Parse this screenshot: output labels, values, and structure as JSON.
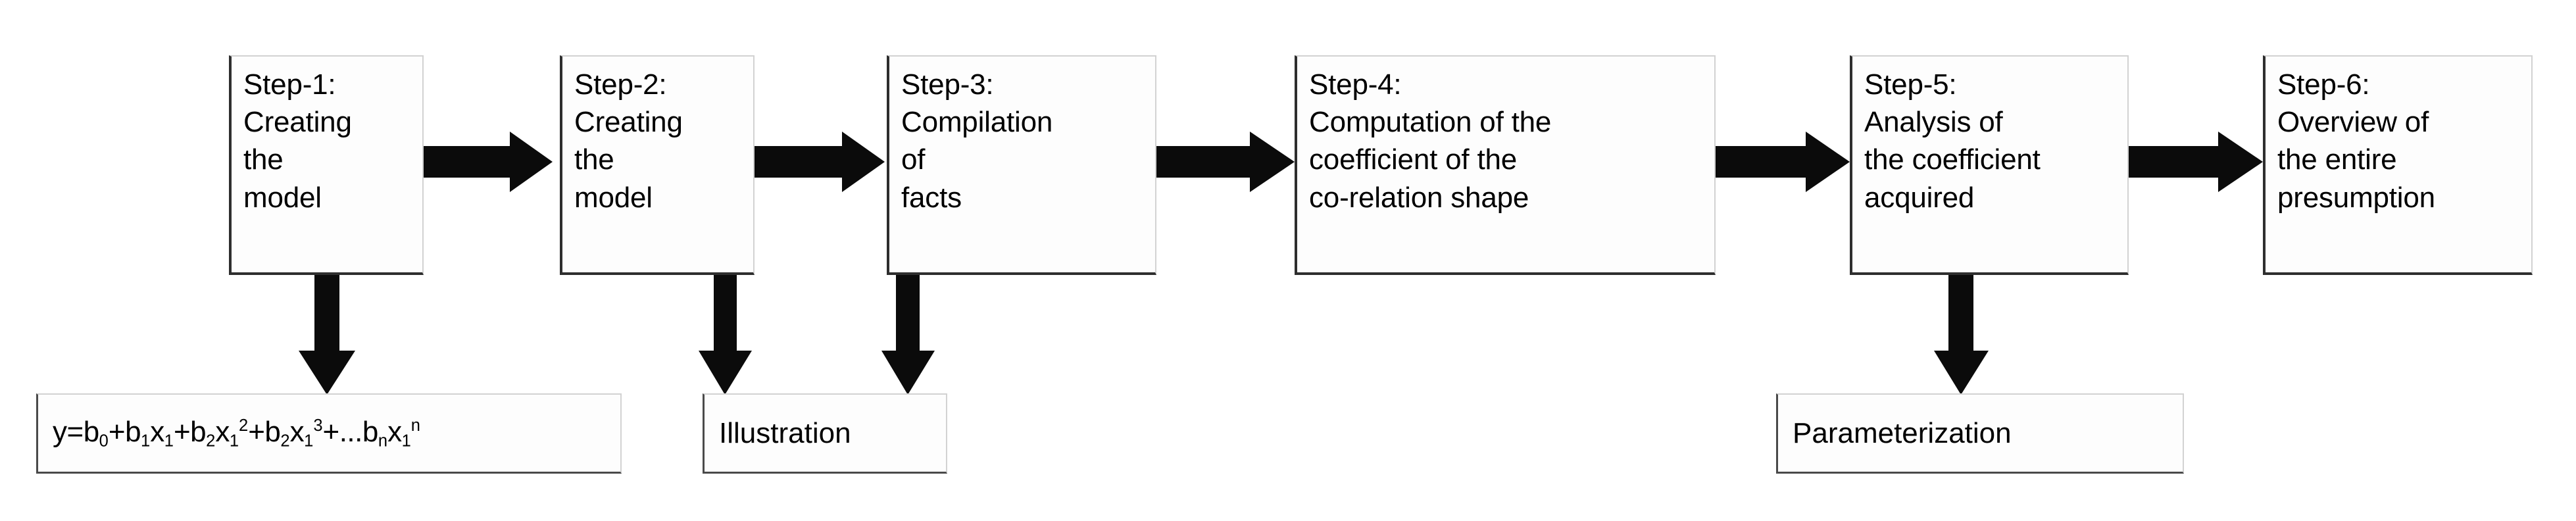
{
  "diagram": {
    "type": "process-flowchart",
    "orientation": "left-to-right",
    "background_color": "#ffffff",
    "box_fill_color": "#fdfdfd",
    "box_border_color": "#d2d2d2",
    "box_shadow_color": "#2e2e2e",
    "arrow_color": "#0b0b0b",
    "text_color": "#000000"
  },
  "steps": [
    {
      "id": "step-1",
      "label": "Step-1:\nCreating\nthe\nmodel"
    },
    {
      "id": "step-2",
      "label": "Step-2:\nCreating\nthe\nmodel"
    },
    {
      "id": "step-3",
      "label": "Step-3:\nCompilation\nof\nfacts"
    },
    {
      "id": "step-4",
      "label": "Step-4:\nComputation of the\ncoefficient of the\nco-relation shape"
    },
    {
      "id": "step-5",
      "label": "Step-5:\nAnalysis of\nthe coefficient\nacquired"
    },
    {
      "id": "step-6",
      "label": "Step-6:\nOverview of\nthe entire\npresumption"
    }
  ],
  "outputs": {
    "formula": {
      "id": "model-equation",
      "lhs": "y",
      "equals": "=",
      "terms": [
        {
          "coefficient": "b",
          "coef_sub": "0"
        },
        {
          "coefficient": "b",
          "coef_sub": "1",
          "variable": "x",
          "var_sub": "1"
        },
        {
          "coefficient": "b",
          "coef_sub": "2",
          "variable": "x",
          "var_sub": "1",
          "var_sup": "2"
        },
        {
          "coefficient": "b",
          "coef_sub": "2",
          "variable": "x",
          "var_sub": "1",
          "var_sup": "3"
        },
        {
          "ellipsis": "...",
          "coefficient": "b",
          "coef_sub": "n",
          "variable": "x",
          "var_sub": "1",
          "var_sup": "n"
        }
      ],
      "plain_text": "y=b0+b1x1+b2x1^2+b2x1^3+...bnx1^n"
    },
    "illustration": {
      "id": "illustration",
      "label": "Illustration"
    },
    "parameterization": {
      "id": "parameterization",
      "label": "Parameterization"
    }
  },
  "connections": [
    {
      "from": "step-1",
      "to": "step-2",
      "direction": "right"
    },
    {
      "from": "step-2",
      "to": "step-3",
      "direction": "right"
    },
    {
      "from": "step-3",
      "to": "step-4",
      "direction": "right"
    },
    {
      "from": "step-4",
      "to": "step-5",
      "direction": "right"
    },
    {
      "from": "step-5",
      "to": "step-6",
      "direction": "right"
    },
    {
      "from": "step-1",
      "to": "model-equation",
      "direction": "down"
    },
    {
      "from": "step-2",
      "to": "illustration",
      "direction": "down"
    },
    {
      "from": "step-3",
      "to": "illustration",
      "direction": "down"
    },
    {
      "from": "step-5",
      "to": "parameterization",
      "direction": "down"
    }
  ]
}
